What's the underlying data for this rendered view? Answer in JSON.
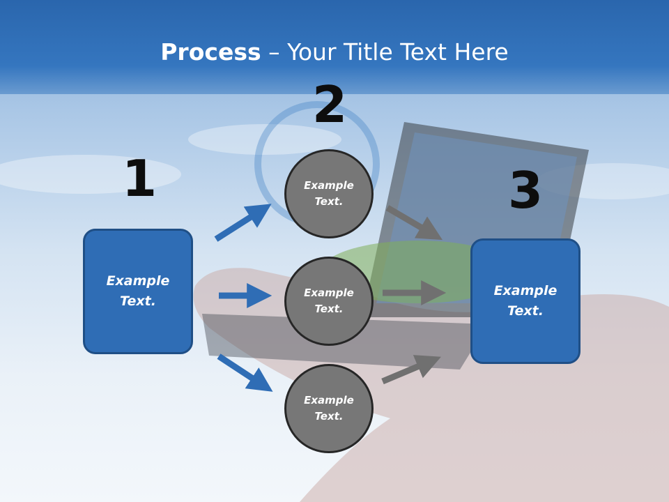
{
  "slide": {
    "title_bold": "Process",
    "title_rest": " – Your Title Text Here"
  },
  "steps": {
    "one": {
      "number": "1",
      "text": "Example Text."
    },
    "two": {
      "number": "2"
    },
    "three": {
      "number": "3",
      "text": "Example Text."
    }
  },
  "circles": [
    {
      "text": "Example Text."
    },
    {
      "text": "Example Text."
    },
    {
      "text": "Example Text."
    }
  ],
  "colors": {
    "box_fill": "#2f6db5",
    "circle_fill": "#777777",
    "blue_arrow": "#2f6db5",
    "gray_arrow": "#707070"
  }
}
